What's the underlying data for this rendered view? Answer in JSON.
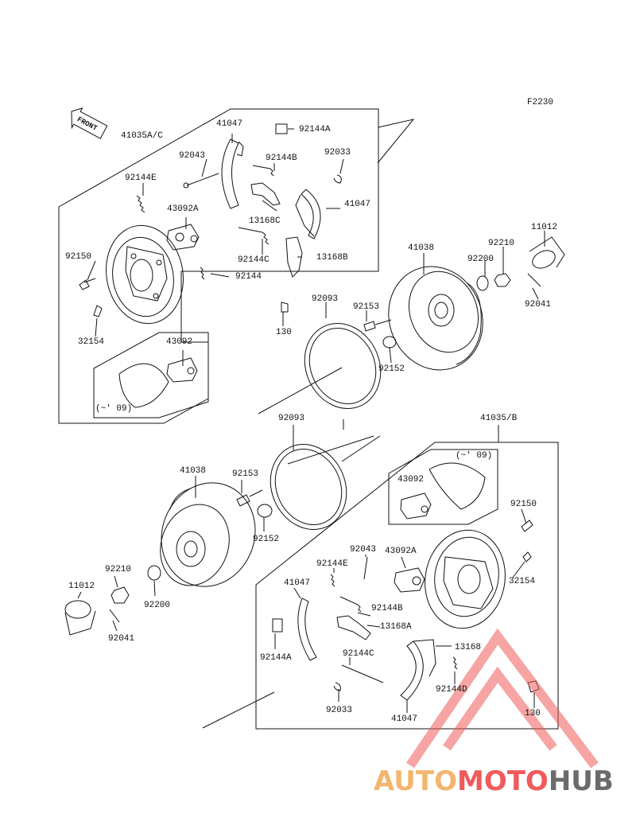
{
  "diagram_code": "F2230",
  "front_label": "FRONT",
  "labels": {
    "l41047_top": "41047",
    "l41035ac": "41035A/C",
    "l92144a_top": "92144A",
    "l92043_top": "92043",
    "l92144b_top": "92144B",
    "l92033_top": "92033",
    "l92144e_top": "92144E",
    "l43092a_top": "43092A",
    "l13168c": "13168C",
    "l41047_top2": "41047",
    "l92150_top": "92150",
    "l92144c_top": "92144C",
    "l13168b": "13168B",
    "l92144_top": "92144",
    "l41038_top": "41038",
    "l11012_top": "11012",
    "l92210_top": "92210",
    "l92200_top": "92200",
    "l92041_top": "92041",
    "l92093_top": "92093",
    "l92153_top": "92153",
    "l130_top": "130",
    "l32154_top": "32154",
    "l43092_top": "43092",
    "l92152_top": "92152",
    "l09_top": "(~' 09)",
    "l92093_bot": "92093",
    "l41035b": "41035/B",
    "l41038_bot": "41038",
    "l92153_bot": "92153",
    "l09_bot": "(~' 09)",
    "l43092_bot": "43092",
    "l92150_bot": "92150",
    "l92152_bot": "92152",
    "l92043_bot": "92043",
    "l43092a_bot": "43092A",
    "l92144e_bot": "92144E",
    "l92210_bot": "92210",
    "l32154_bot": "32154",
    "l11012_bot": "11012",
    "l41047_bot": "41047",
    "l92200_bot": "92200",
    "l92144b_bot": "92144B",
    "l13168a": "13168A",
    "l92041_bot": "92041",
    "l92144a_bot": "92144A",
    "l92144c_bot": "92144C",
    "l13168_bot": "13168",
    "l92144d": "92144D",
    "l92033_bot": "92033",
    "l130_bot": "130",
    "l41047_bot2": "41047"
  },
  "watermark": {
    "part1": "AUTO",
    "part2": "MOTO",
    "part3": "HUB",
    "color1": "#f3b66e",
    "color2": "#ef5b5b",
    "color3": "#6b6b6b"
  }
}
